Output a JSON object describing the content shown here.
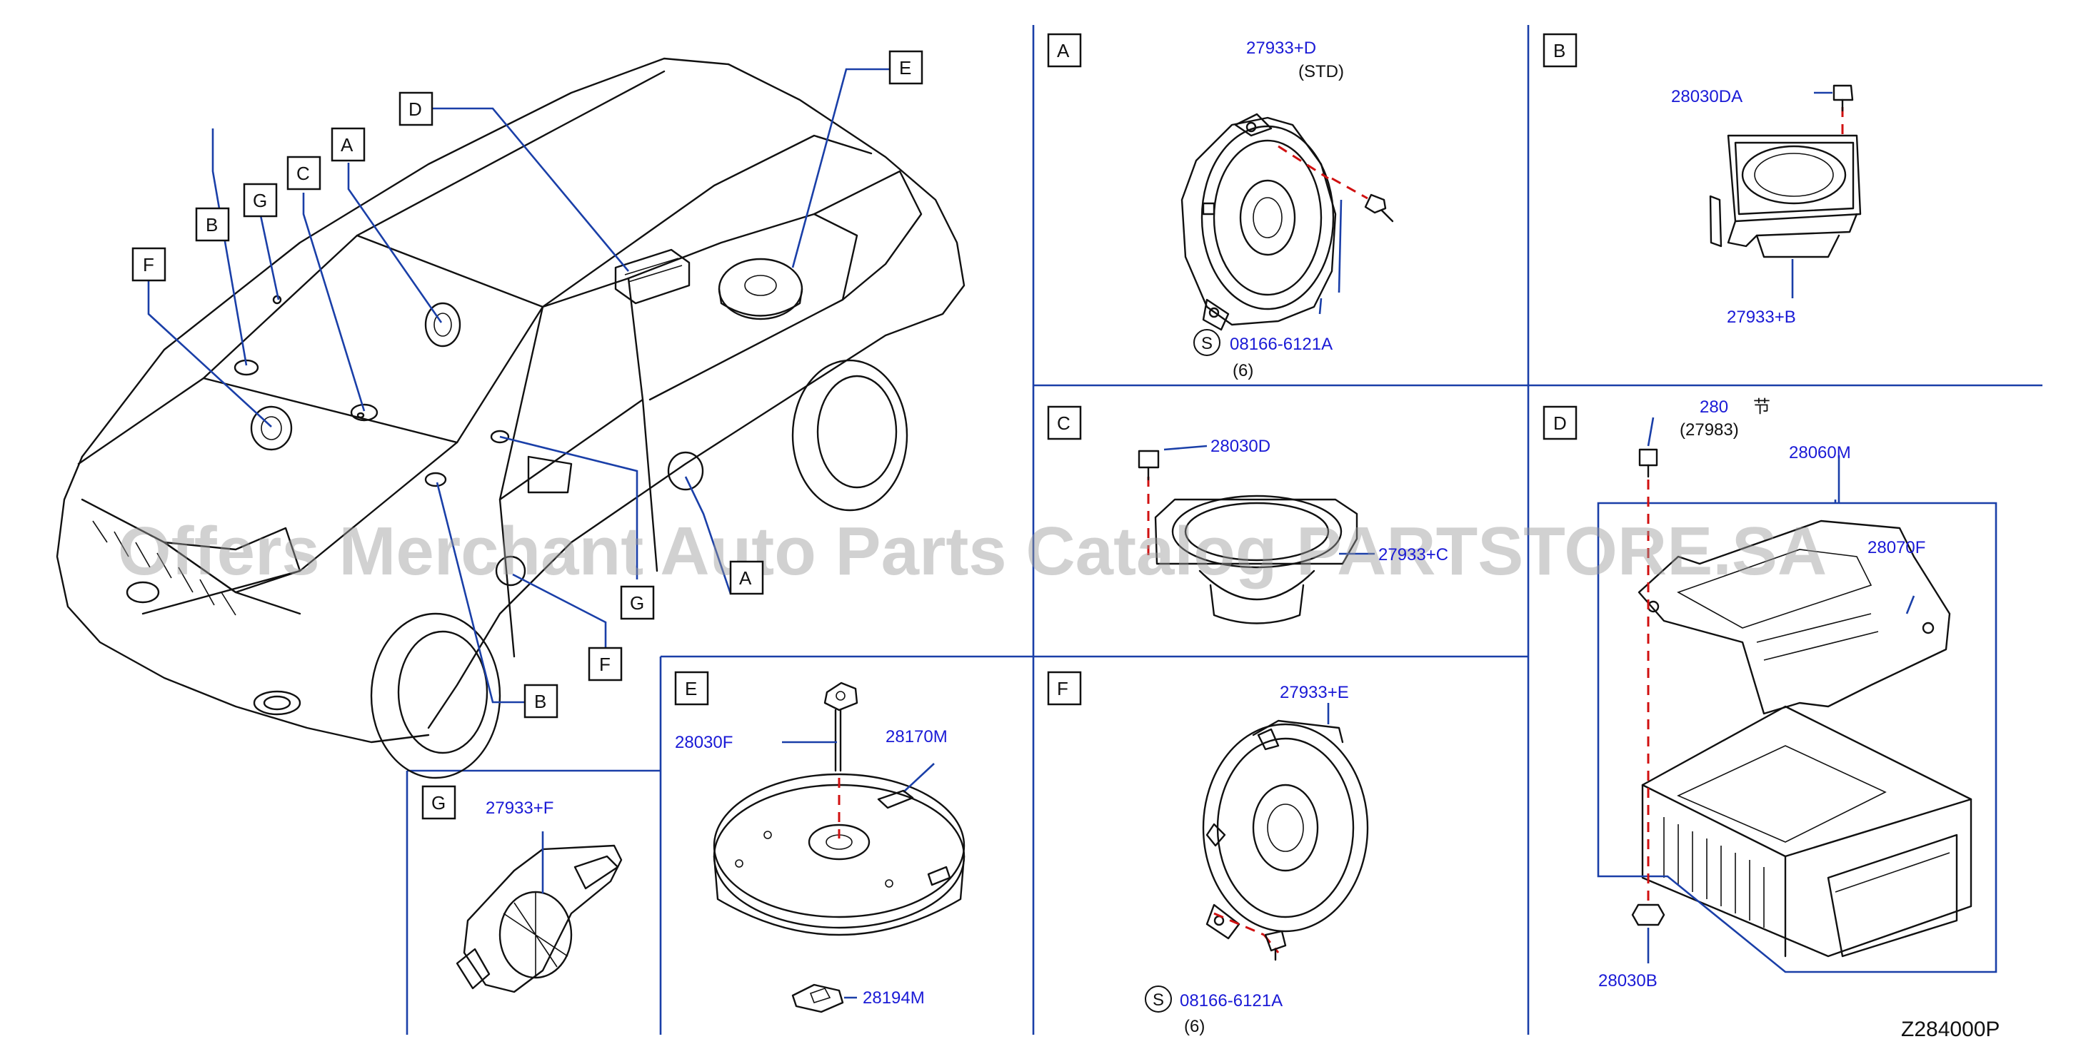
{
  "watermark": "Offers Merchant Auto Parts Catalog PARTSTORE.SA",
  "diagram_code": "Z284000P",
  "callouts": [
    "A",
    "B",
    "C",
    "D",
    "E",
    "F",
    "G",
    "A",
    "B",
    "F",
    "G"
  ],
  "sections": {
    "A": {
      "label": "A",
      "part_top": "27933+D",
      "note_top": "(STD)",
      "screw_symbol": "S",
      "screw": "08166-6121A",
      "qty": "(6)"
    },
    "B": {
      "label": "B",
      "bolt": "28030DA",
      "speaker": "27933+B"
    },
    "C": {
      "label": "C",
      "bolt": "28030D",
      "speaker": "27933+C"
    },
    "D": {
      "label": "D",
      "bolt": "280",
      "bolt_extra": "节",
      "bolt_alt": "(27983)",
      "amp": "28060M",
      "bracket": "28070F",
      "nut": "28030B"
    },
    "E": {
      "label": "E",
      "bolt": "28030F",
      "woofer": "28170M",
      "spacer": "28194M"
    },
    "F": {
      "label": "F",
      "speaker": "27933+E",
      "screw_symbol": "S",
      "screw": "08166-6121A",
      "qty": "(6)"
    },
    "G": {
      "label": "G",
      "speaker": "27933+F"
    }
  }
}
